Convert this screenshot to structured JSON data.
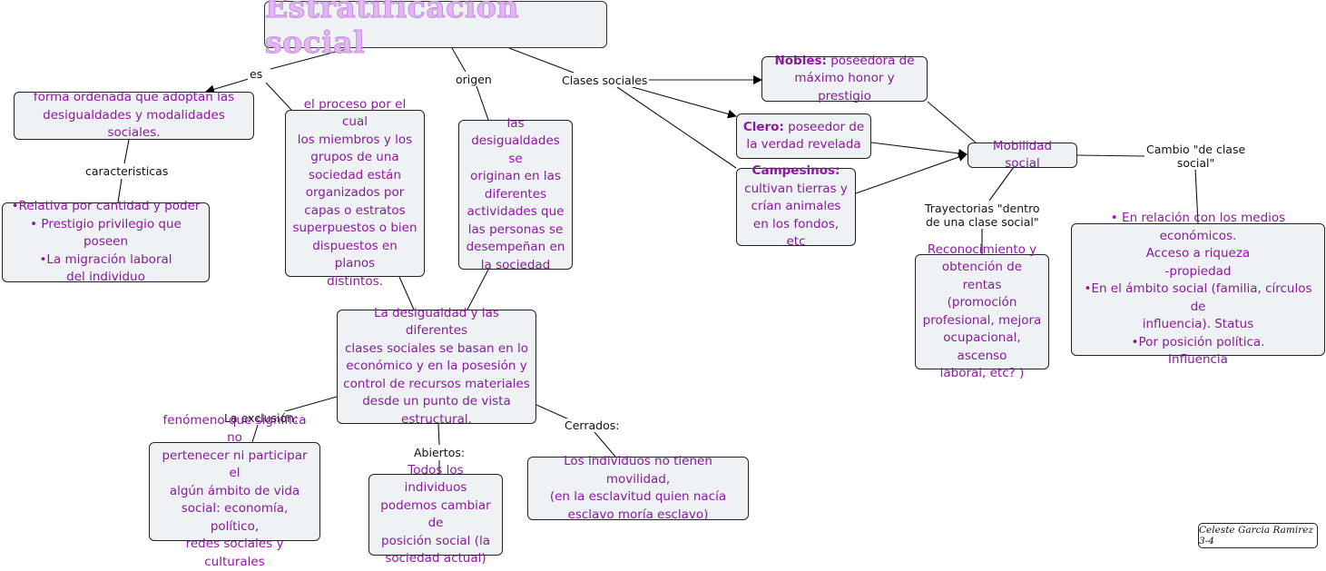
{
  "title": "Estratificación social",
  "labels": {
    "es": "es",
    "origen": "origen",
    "clases_sociales": "Clases sociales",
    "caracteristicas": "caracteristicas",
    "la_exclusion": "La exclusión:",
    "abiertos": "Abiertos:",
    "cerrados": "Cerrados:",
    "trayectorias": "Trayectorias \"dentro\nde una clase social\"",
    "cambio": "Cambio \"de clase\nsocial\""
  },
  "nodes": {
    "forma": "forma ordenada que adoptan las\ndesigualdades y modalidades sociales.",
    "caracteristicas": "•Relativa por cantidad y poder\n• Prestigio privilegio que poseen\n•La migración laboral\ndel individuo",
    "proceso": "el proceso por el cual\nlos miembros y los\ngrupos de una\nsociedad están\norganizados por\ncapas o estratos\nsuperpuestos o bien\ndispuestos en planos\ndistintos.",
    "desigualdades": "las\ndesigualdades se\noriginan en las\ndiferentes\nactividades que\nlas personas se\ndesempeñan en\nla sociedad",
    "central": "La desigualdad y las diferentes\nclases sociales se basan en lo\neconómico y en la posesión y\ncontrol de recursos materiales\ndesde un punto de vista\nestructural.",
    "exclusion": "fenómeno que significa no\npertenecer ni participar el\nalgún ámbito de vida\nsocial: economía, político,\nredes sociales y culturales",
    "abiertos": "Todos los individuos\npodemos cambiar de\nposición social (la\nsociedad actual)",
    "cerrados": "Los individuos no tienen movilidad,\n(en la esclavitud quien nacía\nesclavo moría esclavo)",
    "nobles_bold": "Nobles:",
    "nobles_text": " poseedora de\nmáximo honor y prestigio",
    "clero_bold": "Clero:",
    "clero_text": "  poseedor de\nla verdad revelada",
    "campesinos_bold": "Campesinos:",
    "campesinos_text": "\ncultivan tierras y\ncrían animales\nen los fondos, etc",
    "mobilidad": "Mobilidad social",
    "reconocimiento": "Reconocimiento y\nobtención de rentas\n(promoción\nprofesional, mejora\nocupacional, ascenso\nlaboral, etc? )",
    "economicos": "• En relación con los medios económicos.\nAcceso a riqueza\n-propiedad\n•En el ámbito social (familia, círculos de\ninfluencia). Status\n•Por posición política.\nInfluencia"
  },
  "author": "Celeste Garcia Ramirez 3-4",
  "colors": {
    "node_text": "#8a1a9c",
    "node_fill": "#eef2f4",
    "title_fill": "#e2b6f0"
  }
}
